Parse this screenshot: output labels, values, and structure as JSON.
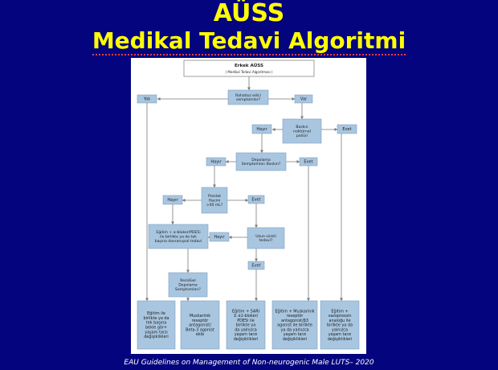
{
  "slide": {
    "title_line1": "AÜSS",
    "title_line2": "Medikal Tedavi Algoritmi",
    "caption": "EAU Guidelines on Management of Non-neurogenic Male LUTS– 2020"
  },
  "flowchart": {
    "header": {
      "line1": "Erkek AÜSS",
      "line2": "Medikal Tedavi Algoritması"
    },
    "nodes": {
      "q_bothersome": [
        "Rahatsız edici",
        "semptomlar?"
      ],
      "yok": [
        "Yok"
      ],
      "var": [
        "Var"
      ],
      "q_nocturnal": [
        "Baskın",
        "noktürnal",
        "poliüri"
      ],
      "hayir1": [
        "Hayır"
      ],
      "evet1": [
        "Evet"
      ],
      "q_storage": [
        "Depolama",
        "Semptomları Baskın?"
      ],
      "hayir2": [
        "Hayır"
      ],
      "evet2": [
        "Evet"
      ],
      "q_prostate": [
        "Prostat",
        "Hacmi",
        ">40 mL?"
      ],
      "hayir3": [
        "Hayır"
      ],
      "evet3": [
        "Evet"
      ],
      "education_alpha": [
        "Eğitim + α-bloker/PDE5i",
        "ile birlikte ya da tek",
        "başına davranışsal tedavi"
      ],
      "hayir4": [
        "Hayır"
      ],
      "q_longterm": [
        "Uzun süreli",
        "tedavi?"
      ],
      "evet4": [
        "Evet"
      ],
      "q_residual": [
        "Rezidüel",
        "Depolama",
        "Semptomları?"
      ]
    },
    "outcomes": [
      [
        "Eğitim ile",
        "birlikte ya da",
        "tek başına",
        "bekle gör+",
        "yaşam tarzı",
        "değişiklikleri"
      ],
      [
        "Muskarinik",
        "reseptör",
        "antagonist/",
        "Beta-3 agonist",
        "ekle"
      ],
      [
        "Eğitim + 5ARI",
        "± α1-bloker/",
        "PDE5i ile",
        "birlikte ya",
        "da yalnızca",
        "yaşam tarzı",
        "değişiklikleri"
      ],
      [
        "Eğitim + Muskarinik",
        "reseptör",
        "antagonist/β3",
        "agonist ile birlikte",
        "ya da yalnızca",
        "yaşam tarzı",
        "değişiklikleri"
      ],
      [
        "Eğitim +",
        "vazopressin",
        "analoğu ile",
        "birlikte ya da",
        "yalnızca",
        "yaşam tarzı",
        "değişiklikleri"
      ]
    ]
  }
}
